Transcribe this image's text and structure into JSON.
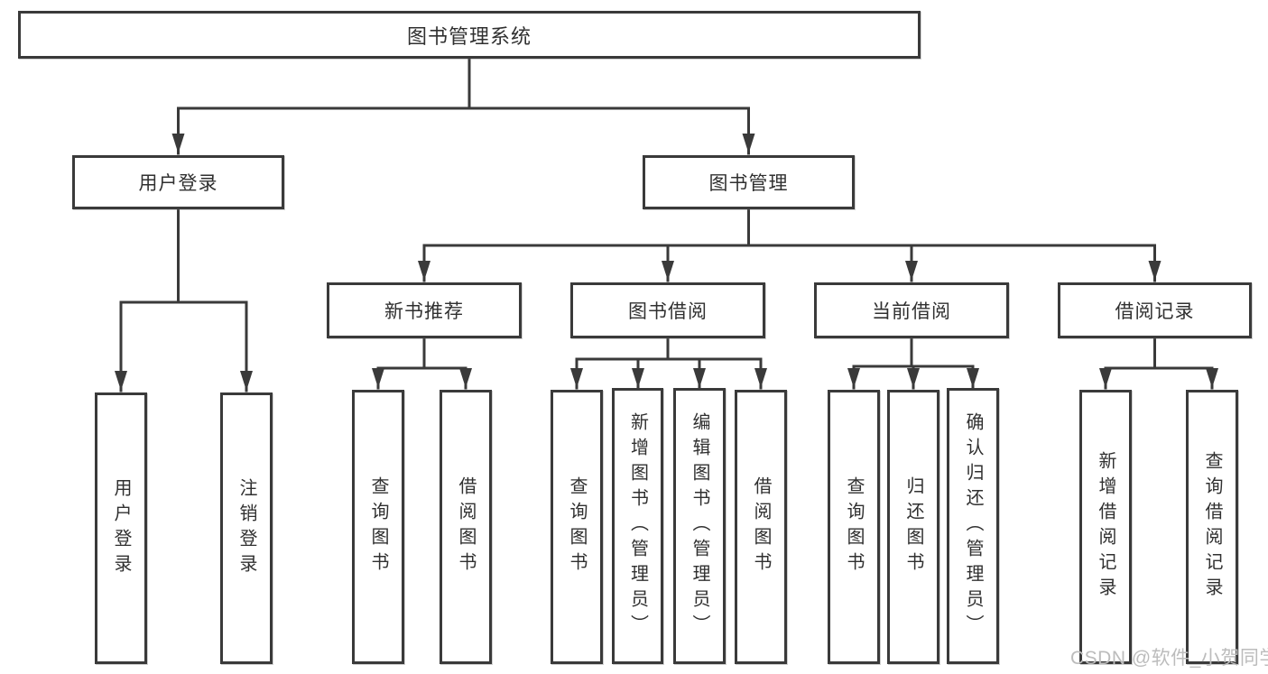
{
  "colors": {
    "line": "#3a3a3a",
    "box_border": "#3a3a3a",
    "box_background": "#ffffff",
    "text": "#303030",
    "watermark": "#bcbcbc"
  },
  "tree": {
    "root": {
      "label": "图书管理系统"
    },
    "branches": [
      {
        "label": "用户登录",
        "leaves": [
          {
            "label": "用户登录"
          },
          {
            "label": "注销登录"
          }
        ]
      },
      {
        "label": "图书管理",
        "groups": [
          {
            "label": "新书推荐",
            "leaves": [
              {
                "label": "查询图书"
              },
              {
                "label": "借阅图书"
              }
            ]
          },
          {
            "label": "图书借阅",
            "leaves": [
              {
                "label": "查询图书"
              },
              {
                "label": "新增图书（管理员）"
              },
              {
                "label": "编辑图书（管理员）"
              },
              {
                "label": "借阅图书"
              }
            ]
          },
          {
            "label": "当前借阅",
            "leaves": [
              {
                "label": "查询图书"
              },
              {
                "label": "归还图书"
              },
              {
                "label": "确认归还（管理员）"
              }
            ]
          },
          {
            "label": "借阅记录",
            "leaves": [
              {
                "label": "新增借阅记录"
              },
              {
                "label": "查询借阅记录"
              }
            ]
          }
        ]
      }
    ]
  },
  "watermark": {
    "text": "CSDN @软件_小贺同学"
  }
}
